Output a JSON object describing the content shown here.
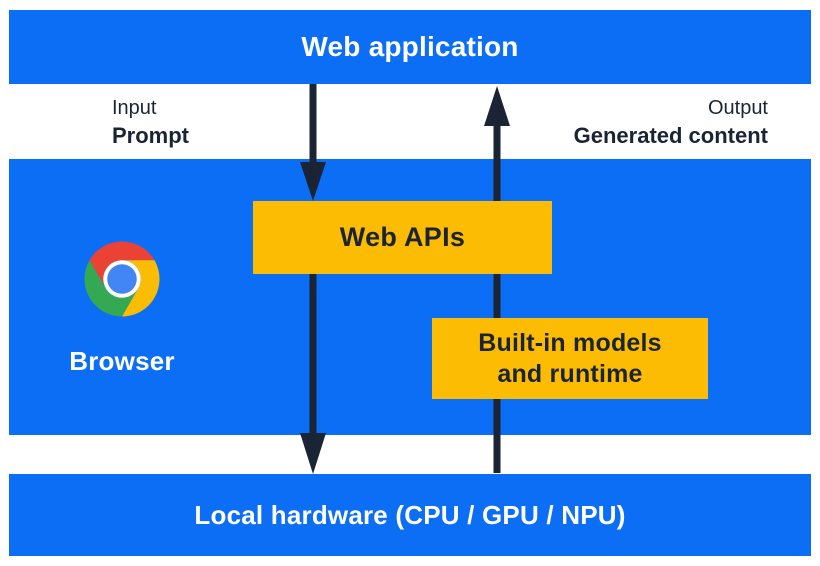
{
  "colors": {
    "blue": "#0b6ef4",
    "yellow": "#fcbc04",
    "navy": "#1b2434",
    "white": "#ffffff",
    "chrome_red": "#ea4335",
    "chrome_green": "#34a853",
    "chrome_yellow": "#fbbc04",
    "chrome_blue": "#4285f4"
  },
  "icons": {
    "browser_logo": "chrome-logo"
  },
  "layers": {
    "web_application": {
      "label": "Web application"
    },
    "browser": {
      "label": "Browser"
    },
    "local_hardware": {
      "label": "Local hardware (CPU / GPU / NPU)"
    }
  },
  "flow": {
    "input": {
      "caption": "Input",
      "value": "Prompt",
      "direction": "down"
    },
    "output": {
      "caption": "Output",
      "value": "Generated content",
      "direction": "up"
    }
  },
  "components": {
    "web_apis": {
      "label": "Web APIs"
    },
    "builtin_models": {
      "line1": "Built-in models",
      "line2": "and runtime"
    }
  }
}
